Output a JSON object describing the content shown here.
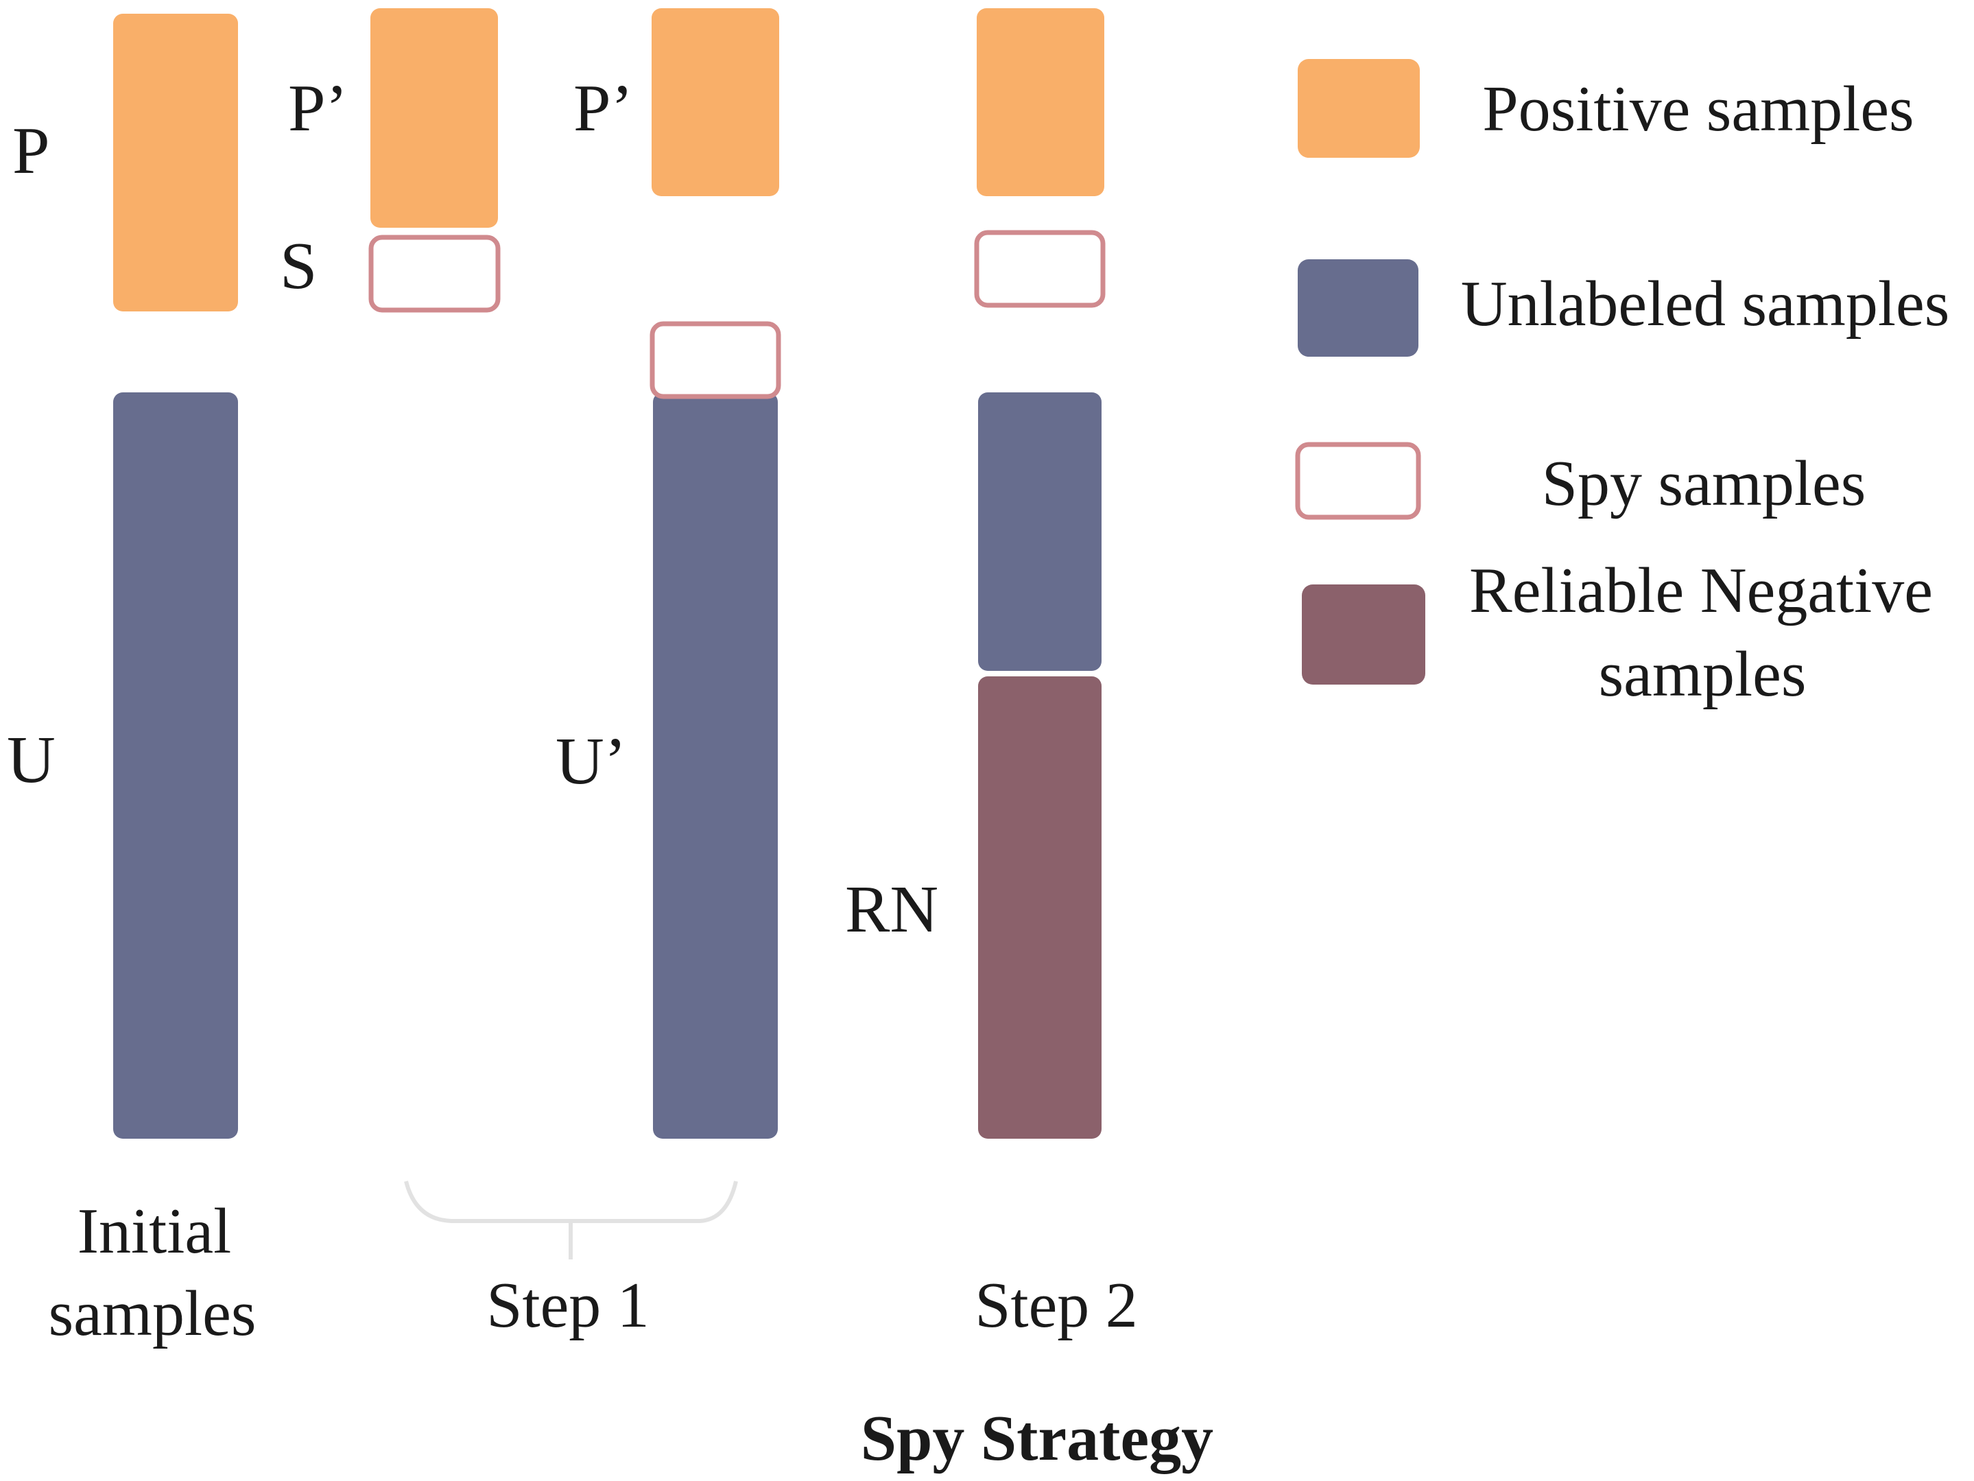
{
  "colors": {
    "positive": "#F9AF69",
    "unlabeled": "#676D8E",
    "spy_border": "#D08A8E",
    "reliable_negative": "#8B616B",
    "bracket": "#E2E2E2",
    "text": "#1A1A1A"
  },
  "labels": {
    "p": "P",
    "u": "U",
    "p_prime_step1": "P’",
    "s": "S",
    "p_prime_step1b": "P’",
    "u_prime": "U’",
    "rn": "RN"
  },
  "captions": {
    "initial_line1": "Initial",
    "initial_line2": "samples",
    "step1": "Step 1",
    "step2": "Step 2",
    "title": "Spy Strategy"
  },
  "legend": {
    "positive": "Positive samples",
    "unlabeled": "Unlabeled samples",
    "spy": "Spy samples",
    "reliable_negative_line1": "Reliable Negative",
    "reliable_negative_line2": "samples"
  }
}
